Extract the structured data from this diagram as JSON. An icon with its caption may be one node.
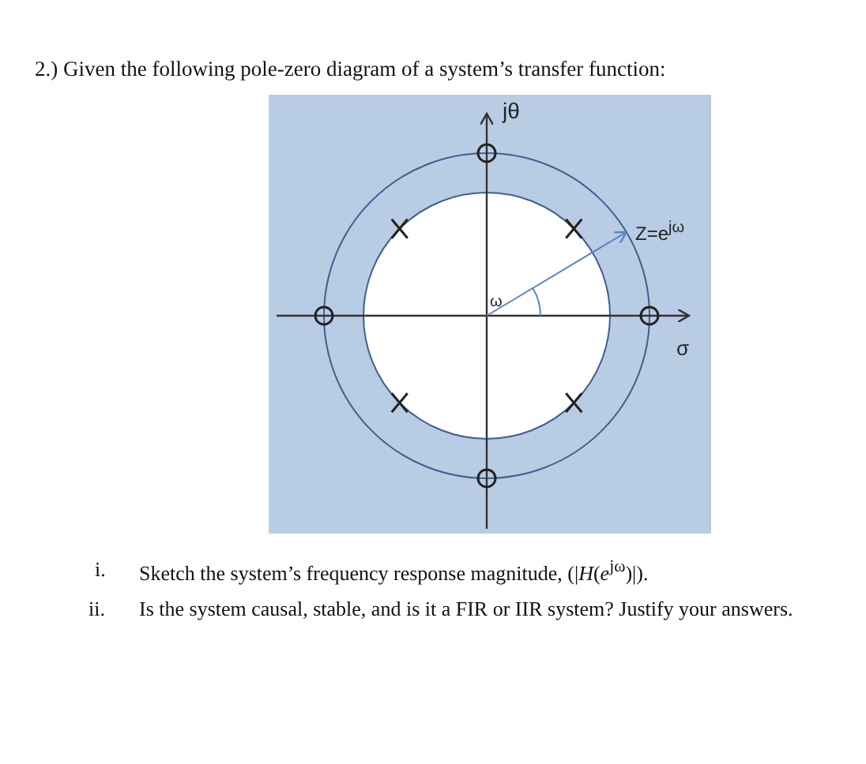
{
  "diagram": {
    "title": "2.) Given the following pole-zero diagram of a system’s transfer function:",
    "labels": [
      "jθ",
      "Z=e$^{jω}$",
      "ω",
      "σ",
      "i.",
      "Sketch the system’s frequency response magnitude, (|*H*(*e*$^{jω}$)|).",
      "ii.",
      "Is the system causal, stable, and is it a FIR or IIR system? Justify your answers."
    ]
  }
}
